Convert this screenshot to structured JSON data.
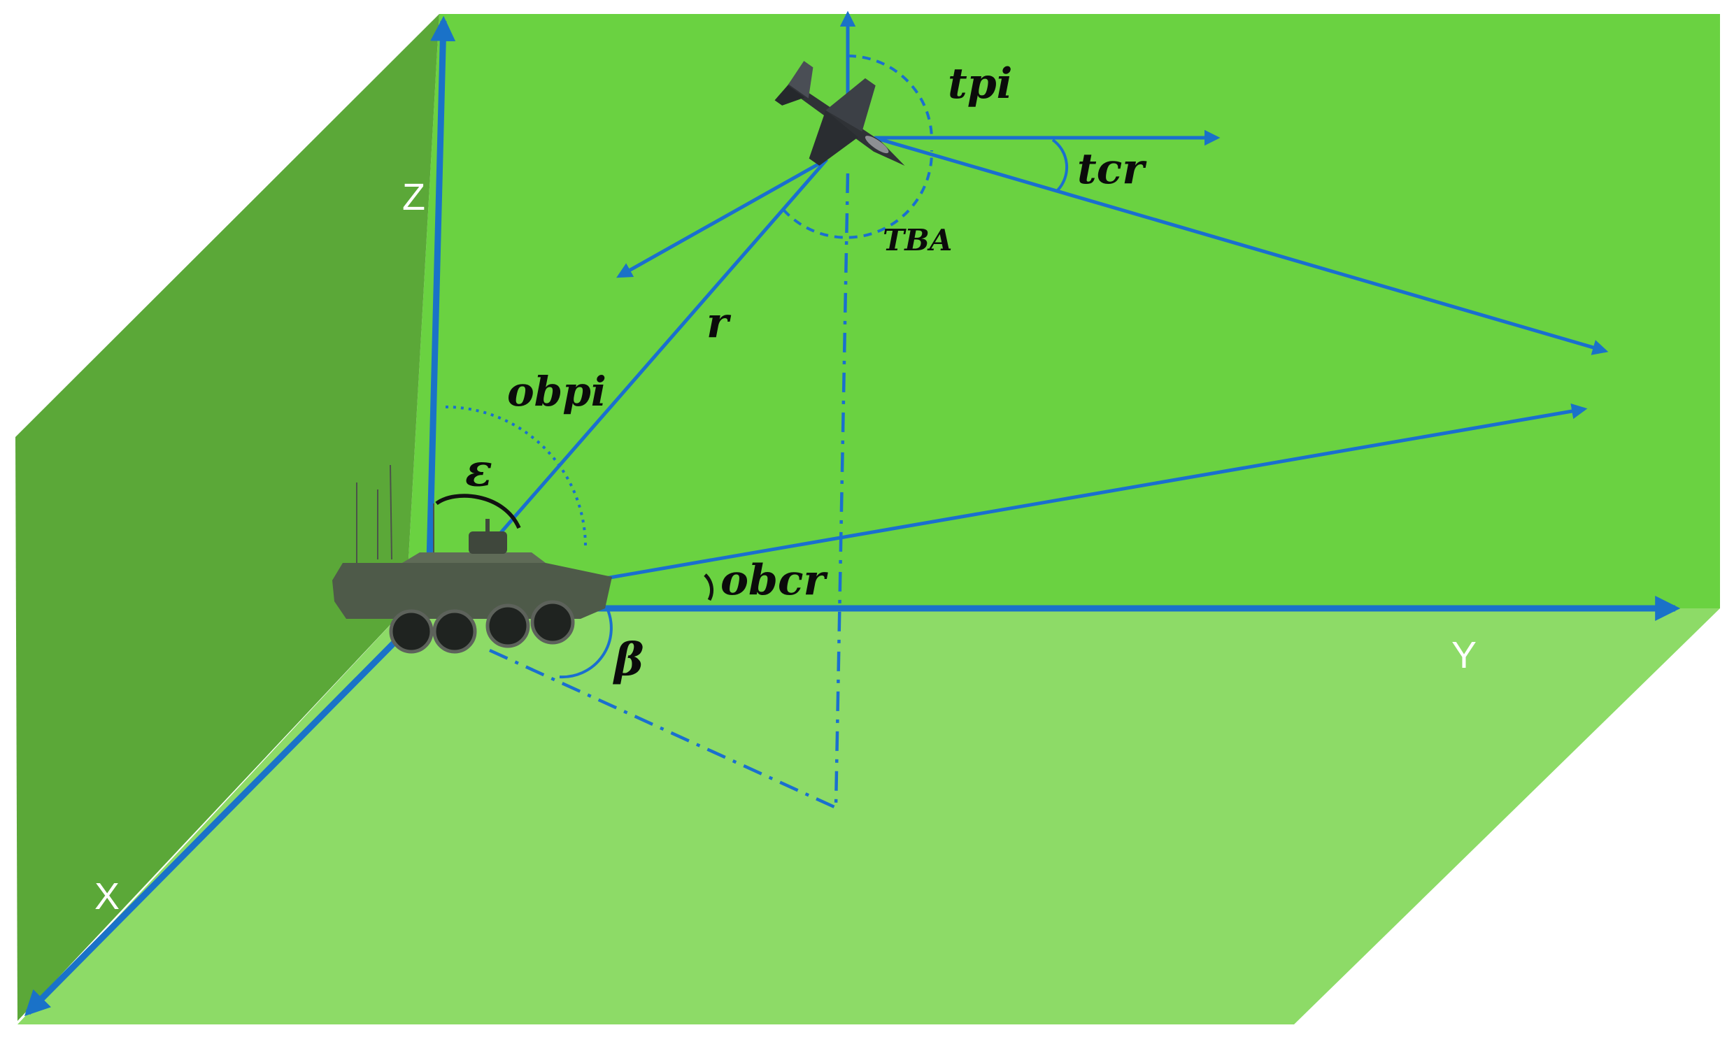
{
  "colors": {
    "back_wall": "#6ad241",
    "side_wall": "#5ba838",
    "floor": "#8ddb67",
    "axis_line": "#1a72c8",
    "vector_line": "#1a6fcf",
    "math_label": "#0b0b0b",
    "axis_label": "#ffffff"
  },
  "axes": {
    "x_label": "X",
    "y_label": "Y",
    "z_label": "Z"
  },
  "labels": {
    "tpi": "tpi",
    "tcr": "tcr",
    "tba": "TBA",
    "r": "r",
    "obpi": "obpi",
    "epsilon": "ε",
    "obcr": "obcr",
    "beta": "β"
  },
  "icons": {
    "target": "fighter-jet-icon",
    "observer": "armored-vehicle-icon"
  }
}
